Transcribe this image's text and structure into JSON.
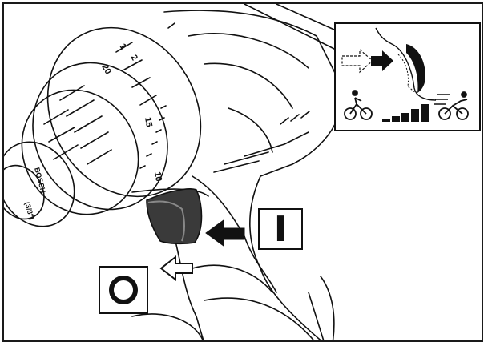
{
  "figure": {
    "description_items": [
      "power-drill",
      "trigger-switch",
      "speed-control-inset"
    ]
  },
  "switch_labels": {
    "on": "I",
    "off": ""
  },
  "drill_markings": {
    "brand": "BOSCH",
    "chuck_size": "(3/8\")",
    "torque_scale": [
      "1",
      "2",
      "20",
      "15",
      "10"
    ]
  },
  "colors": {
    "ink": "#111111",
    "trigger": "#3a3a3a",
    "paper": "#ffffff"
  }
}
